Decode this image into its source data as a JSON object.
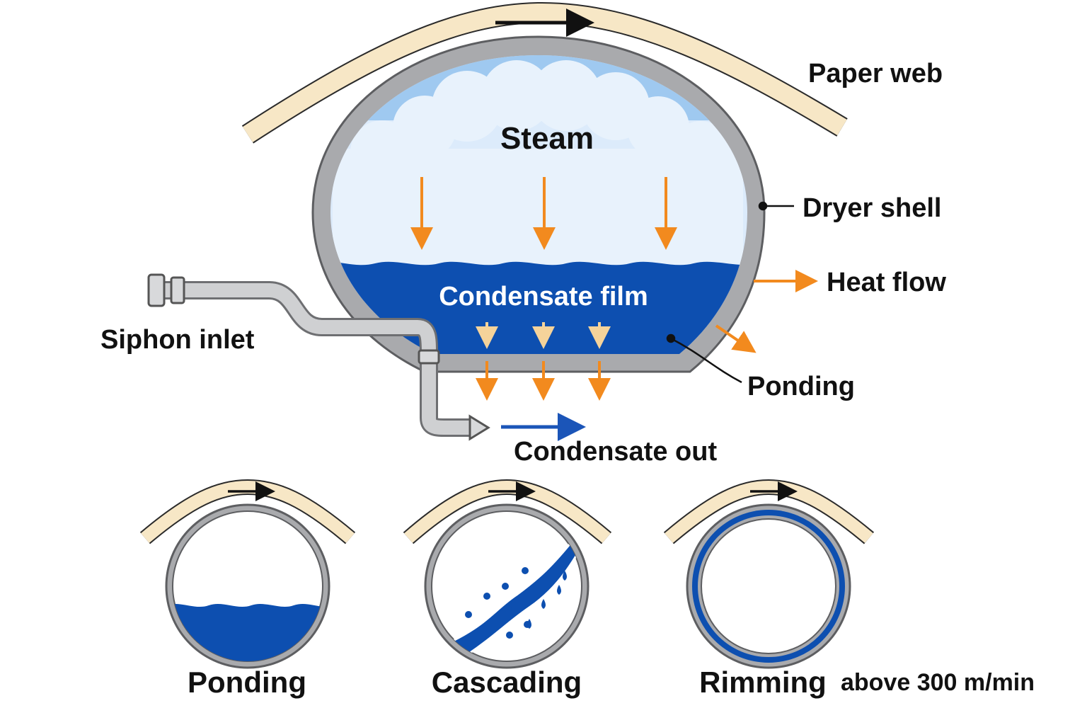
{
  "labels": {
    "paper_web": "Paper web",
    "steam": "Steam",
    "dryer_shell": "Dryer shell",
    "heat_flow": "Heat flow",
    "condensate_film": "Condensate film",
    "siphon_inlet": "Siphon inlet",
    "ponding": "Ponding",
    "condensate_out": "Condensate out"
  },
  "regimes": [
    {
      "name": "Ponding"
    },
    {
      "name": "Cascading"
    },
    {
      "name": "Rimming",
      "note": "above 300 m/min"
    }
  ],
  "colors": {
    "paper_web": "#f7e7c6",
    "steam_light": "#dcebfb",
    "steam_cloud": "#9fc9f0",
    "condensate": "#0d4fb0",
    "shell": "#a9aaad",
    "heat_arrow": "#f28a1e",
    "condensate_arrow": "#1b55b8"
  },
  "icons": {
    "web_direction": "arrow-right-icon",
    "steam_heat": "arrow-down-icon",
    "heat_out": "arrow-right-icon"
  }
}
